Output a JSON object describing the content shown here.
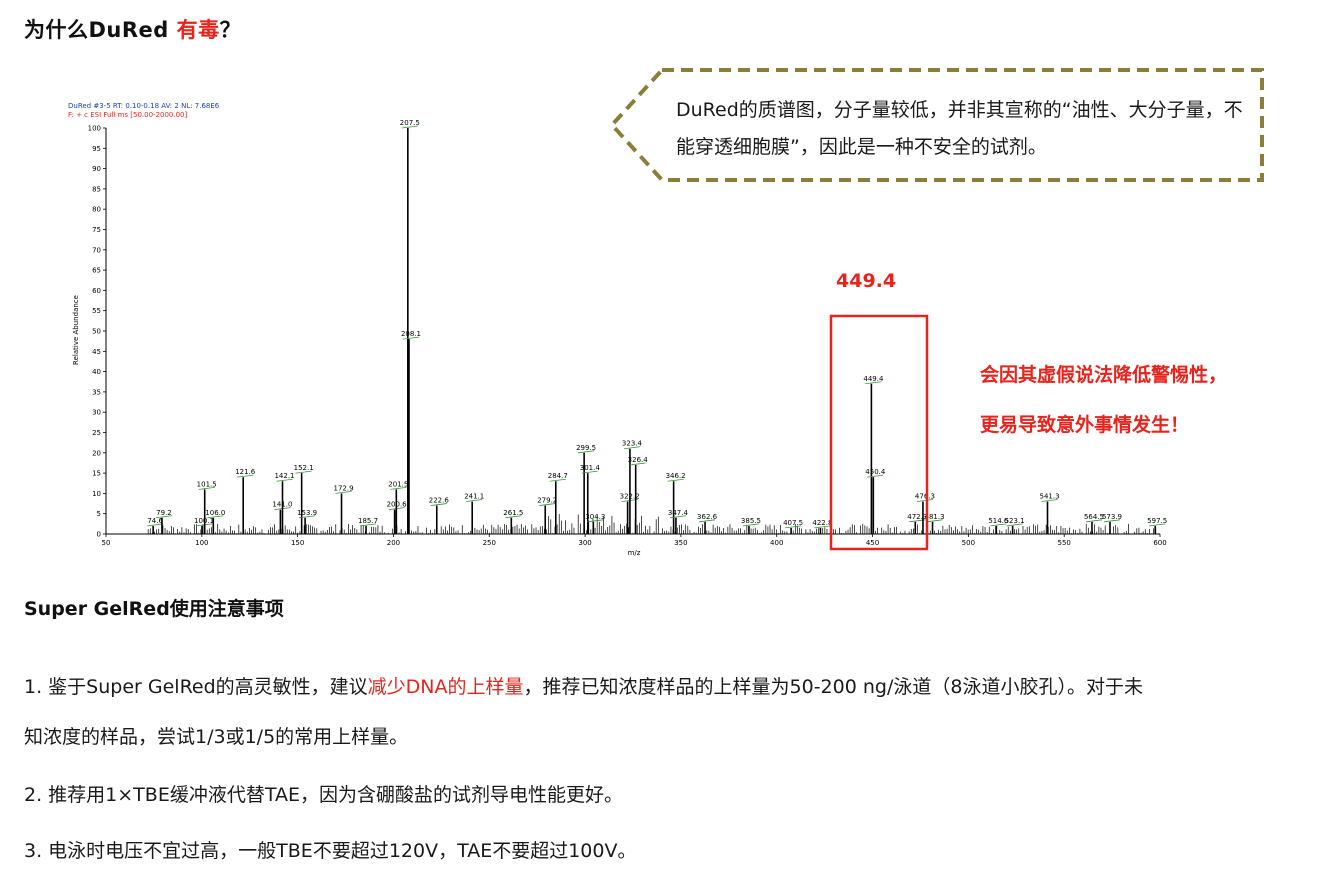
{
  "heading": {
    "prefix": "为什么DuRed ",
    "highlight": "有毒",
    "suffix": "？"
  },
  "callout": {
    "text": "DuRed的质谱图，分子量较低，并非其宣称的“油性、大分子量，不能穿透细胞膜”，因此是一种不安全的试剂。"
  },
  "highlight_peak_label": "449.4",
  "warning": {
    "line1": "会因其虚假说法降低警惕性，",
    "line2": "更易导致意外事情发生！"
  },
  "section_title": "Super GelRed使用注意事项",
  "notes": {
    "n1_part1": "1. 鉴于Super GelRed的高灵敏性，建议",
    "n1_red": "减少DNA的上样量",
    "n1_part2": "，推荐已知浓度样品的上样量为50-200 ng/泳道（8泳道小胶孔）。对于未",
    "n1_line2": "知浓度的样品，尝试1/3或1/5的常用上样量。",
    "n2": "2. 推荐用1×TBE缓冲液代替TAE，因为含硼酸盐的试剂导电性能更好。",
    "n3": "3. 电泳时电压不宜过高，一般TBE不要超过120V，TAE不要超过100V。"
  },
  "colors": {
    "accent": "#e8231c",
    "callout_border": "#8b7d3a",
    "spectrum_line": "#000000",
    "peak_tick": "#2e9a2e",
    "header_blue": "#1a3fc0"
  },
  "chart_data": {
    "type": "bar",
    "header_line1": "DuRed #3-5  RT: 0.10-0.18  AV: 2  NL: 7.68E6",
    "header_line2": "F: + c ESI Full ms [50.00-2000.00]",
    "xlabel": "m/z",
    "ylabel": "Relative Abundance",
    "xlim": [
      50,
      600
    ],
    "ylim": [
      0,
      100
    ],
    "xticks": [
      50,
      100,
      150,
      200,
      250,
      300,
      350,
      400,
      450,
      500,
      550,
      600
    ],
    "yticks": [
      0,
      5,
      10,
      15,
      20,
      25,
      30,
      35,
      40,
      45,
      50,
      55,
      60,
      65,
      70,
      75,
      80,
      85,
      90,
      95,
      100
    ],
    "peaks": [
      {
        "mz": 74.6,
        "intensity": 2,
        "label": "74.6"
      },
      {
        "mz": 79.2,
        "intensity": 4,
        "label": "79.2"
      },
      {
        "mz": 100.1,
        "intensity": 2,
        "label": "100.1"
      },
      {
        "mz": 101.5,
        "intensity": 11,
        "label": "101.5"
      },
      {
        "mz": 106.0,
        "intensity": 4,
        "label": "106.0"
      },
      {
        "mz": 121.6,
        "intensity": 14,
        "label": "121.6"
      },
      {
        "mz": 141.0,
        "intensity": 6,
        "label": "141.0"
      },
      {
        "mz": 142.1,
        "intensity": 13,
        "label": "142.1"
      },
      {
        "mz": 152.1,
        "intensity": 15,
        "label": "152.1"
      },
      {
        "mz": 153.9,
        "intensity": 4,
        "label": "153.9"
      },
      {
        "mz": 172.9,
        "intensity": 10,
        "label": "172.9"
      },
      {
        "mz": 185.7,
        "intensity": 2,
        "label": "185.7"
      },
      {
        "mz": 200.6,
        "intensity": 6,
        "label": "200.6"
      },
      {
        "mz": 201.5,
        "intensity": 11,
        "label": "201.5"
      },
      {
        "mz": 207.5,
        "intensity": 100,
        "label": "207.5"
      },
      {
        "mz": 208.1,
        "intensity": 48,
        "label": "208.1"
      },
      {
        "mz": 222.6,
        "intensity": 7,
        "label": "222.6"
      },
      {
        "mz": 241.1,
        "intensity": 8,
        "label": "241.1"
      },
      {
        "mz": 261.5,
        "intensity": 4,
        "label": "261.5"
      },
      {
        "mz": 279.2,
        "intensity": 7,
        "label": "279.2"
      },
      {
        "mz": 284.7,
        "intensity": 13,
        "label": "284.7"
      },
      {
        "mz": 299.5,
        "intensity": 20,
        "label": "299.5"
      },
      {
        "mz": 301.4,
        "intensity": 15,
        "label": "301.4"
      },
      {
        "mz": 304.3,
        "intensity": 3,
        "label": "304.3"
      },
      {
        "mz": 322.2,
        "intensity": 8,
        "label": "322.2"
      },
      {
        "mz": 323.4,
        "intensity": 21,
        "label": "323.4"
      },
      {
        "mz": 326.4,
        "intensity": 17,
        "label": "326.4"
      },
      {
        "mz": 346.2,
        "intensity": 13,
        "label": "346.2"
      },
      {
        "mz": 347.4,
        "intensity": 4,
        "label": "347.4"
      },
      {
        "mz": 362.6,
        "intensity": 3,
        "label": "362.6"
      },
      {
        "mz": 385.5,
        "intensity": 2,
        "label": "385.5"
      },
      {
        "mz": 407.5,
        "intensity": 1.5,
        "label": "407.5"
      },
      {
        "mz": 422.8,
        "intensity": 1.5,
        "label": "422.8"
      },
      {
        "mz": 449.4,
        "intensity": 37,
        "label": "449.4"
      },
      {
        "mz": 450.4,
        "intensity": 14,
        "label": "450.4"
      },
      {
        "mz": 472.3,
        "intensity": 3,
        "label": "472.3"
      },
      {
        "mz": 476.3,
        "intensity": 8,
        "label": "476.3"
      },
      {
        "mz": 481.3,
        "intensity": 3,
        "label": "481.3"
      },
      {
        "mz": 514.6,
        "intensity": 2,
        "label": "514.6"
      },
      {
        "mz": 523.1,
        "intensity": 2,
        "label": "523.1"
      },
      {
        "mz": 541.3,
        "intensity": 8,
        "label": "541.3"
      },
      {
        "mz": 564.5,
        "intensity": 3,
        "label": "564.5"
      },
      {
        "mz": 573.9,
        "intensity": 3,
        "label": "573.9"
      },
      {
        "mz": 597.5,
        "intensity": 2,
        "label": "597.5"
      }
    ],
    "highlight": {
      "mz": 449.4,
      "label": "449.4"
    }
  }
}
